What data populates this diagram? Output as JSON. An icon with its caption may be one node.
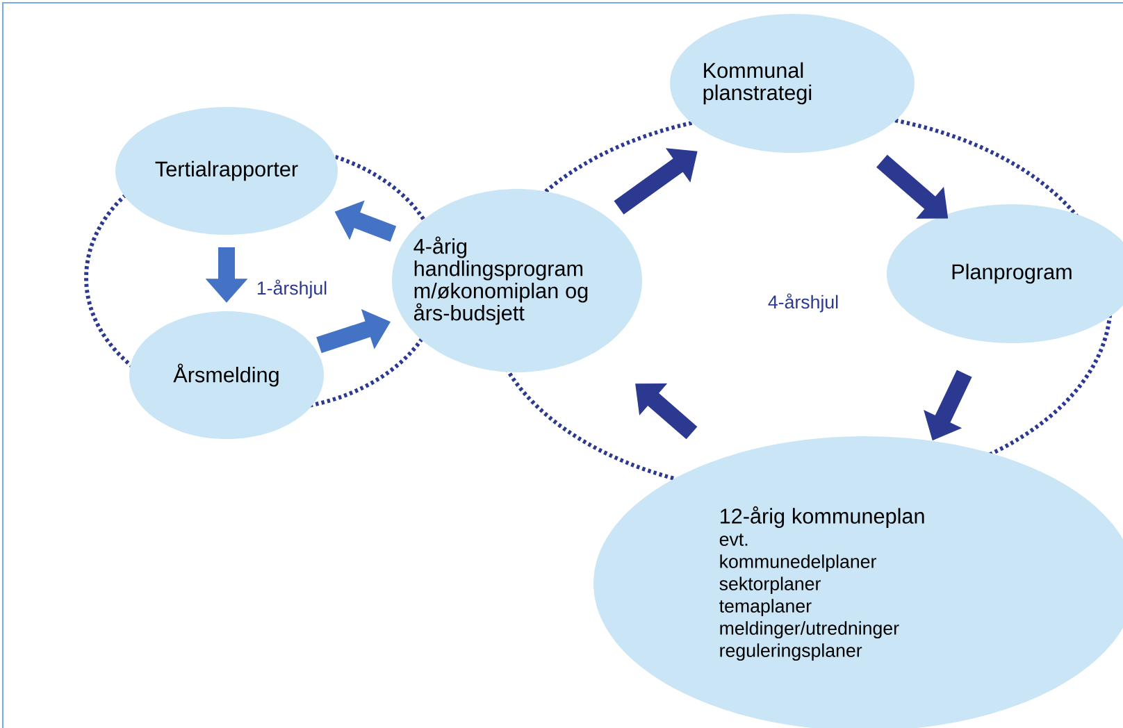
{
  "diagram": {
    "nodes": [
      {
        "text": [
          "Tertialrapporter"
        ]
      },
      {
        "text": [
          "Årsmelding"
        ]
      },
      {
        "text": [
          "4-årig handlingsprogram m/økonomiplan og års-budsjett"
        ]
      },
      {
        "text": [
          "Kommunal planstrategi"
        ]
      },
      {
        "text": [
          "Planprogram"
        ]
      },
      {
        "text": [
          "12-årig kommuneplan",
          "evt.",
          "kommunedelplaner",
          "sektorplaner",
          "temaplaner",
          "meldinger/utredninger",
          "reguleringsplaner"
        ]
      }
    ],
    "edges": [
      {
        "from": 2,
        "to": 0,
        "arrow": "to",
        "color": "#4472c4"
      },
      {
        "from": 0,
        "to": 1,
        "arrow": "to",
        "color": "#4472c4"
      },
      {
        "from": 1,
        "to": 2,
        "arrow": "to",
        "color": "#4472c4"
      },
      {
        "from": 2,
        "to": 3,
        "arrow": "to"
      },
      {
        "from": 3,
        "to": 4,
        "arrow": "to"
      },
      {
        "from": 4,
        "to": 5,
        "arrow": "to"
      },
      {
        "from": 5,
        "to": 2,
        "arrow": "to"
      }
    ],
    "labels": [
      "1-årshjul",
      "4-årshjul"
    ]
  }
}
